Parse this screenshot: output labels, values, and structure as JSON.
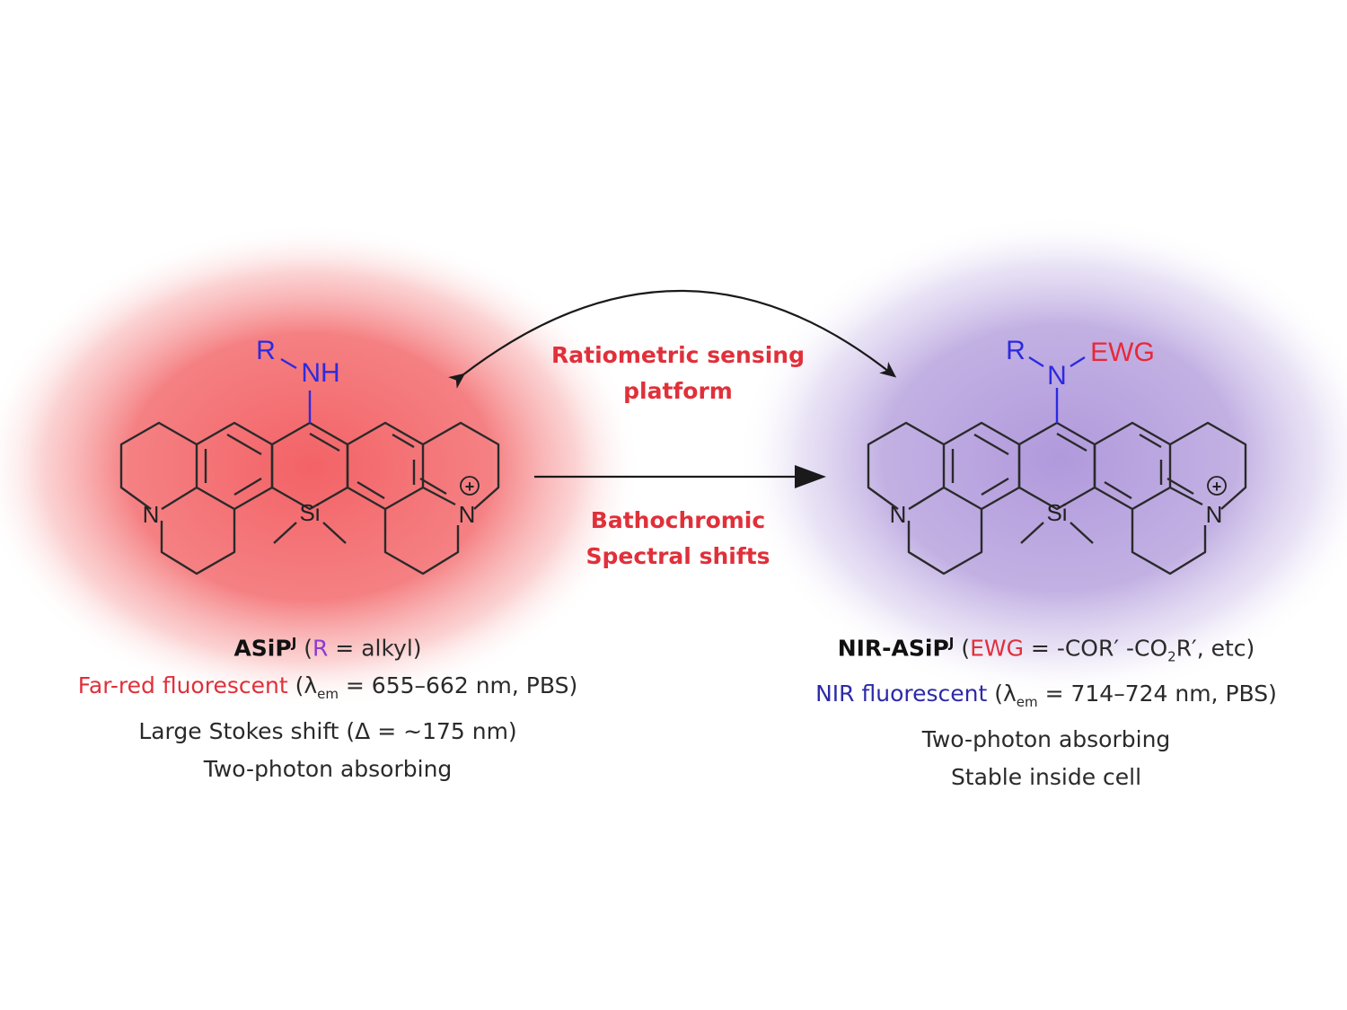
{
  "colors": {
    "red_glow": "#f25a5e",
    "purple_glow": "#a88ed8",
    "substituent_blue": "#2c2ae0",
    "ewg_red": "#e8283a",
    "label_red": "#e0303a",
    "text_blue": "#2c2aa8",
    "bond": "#2a2a2a"
  },
  "center": {
    "ratiometric_line1": "Ratiometric sensing",
    "ratiometric_line2": "platform",
    "bathochromic_line1": "Bathochromic",
    "bathochromic_line2": "Spectral shifts"
  },
  "left_molecule": {
    "substituent_r": "R",
    "substituent_nh": "NH",
    "atom_n_left": "N",
    "atom_si": "Si",
    "atom_n_right": "N",
    "charge": "+"
  },
  "right_molecule": {
    "substituent_r": "R",
    "substituent_n": "N",
    "substituent_ewg": "EWG",
    "atom_n_left": "N",
    "atom_si": "Si",
    "atom_n_right": "N",
    "charge": "+"
  },
  "left_caption": {
    "name": "ASiP",
    "name_sup": "J",
    "paren_open": " (",
    "r": "R",
    "r_def": " = alkyl)",
    "fluor": "Far-red fluorescent",
    "lambda_open": " (λ",
    "lambda_sub": "em",
    "lambda_value": " = 655–662 nm, PBS)",
    "line3": "Large Stokes shift (Δ = ~175 nm)",
    "line4": "Two-photon absorbing"
  },
  "right_caption": {
    "name": "NIR-ASiP",
    "name_sup": "J",
    "paren_open": " (",
    "ewg": "EWG",
    "ewg_def_a": " = -COR′ -CO",
    "ewg_sub": "2",
    "ewg_def_b": "R′, etc)",
    "fluor": "NIR fluorescent",
    "lambda_open": " (λ",
    "lambda_sub": "em",
    "lambda_value": " = 714–724 nm, PBS)",
    "line3": "Two-photon absorbing",
    "line4": "Stable inside cell"
  }
}
